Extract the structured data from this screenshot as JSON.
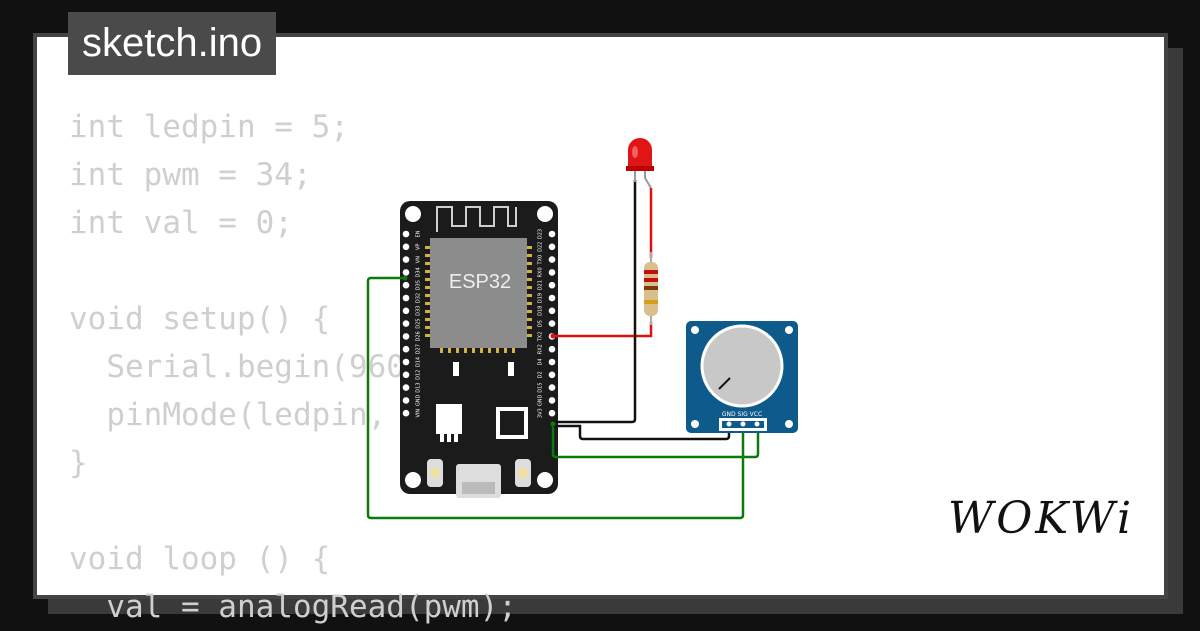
{
  "tab": {
    "filename": "sketch.ino"
  },
  "code": {
    "lines": [
      "int ledpin = 5;",
      "int pwm = 34;",
      "int val = 0;",
      "",
      "void setup() {",
      "  Serial.begin(9600);",
      "  pinMode(ledpin, OUTPUT);",
      "}",
      "",
      "void loop () {",
      "  val = analogRead(pwm);"
    ]
  },
  "board": {
    "chip_label": "ESP32",
    "pins_left": [
      "EN",
      "VP",
      "VN",
      "D34",
      "D35",
      "D32",
      "D33",
      "D25",
      "D26",
      "D27",
      "D14",
      "D12",
      "D13",
      "GND",
      "VIN"
    ],
    "pins_right": [
      "D23",
      "D22",
      "TX0",
      "RX0",
      "D21",
      "D19",
      "D18",
      "D5",
      "TX2",
      "RX2",
      "D4",
      "D2",
      "D15",
      "GND",
      "3V3"
    ]
  },
  "potentiometer": {
    "pin_labels": "GND SIG VCC"
  },
  "brand": {
    "logo": "WOKWi"
  },
  "colors": {
    "background": "#111111",
    "card": "#ffffff",
    "tab": "#4a4a4a",
    "code_text": "#cfcfcf",
    "board": "#1b1b1b",
    "chip": "#8c8c8c",
    "pot_module": "#0e5a8a",
    "wire_green": "#0a7a0a",
    "wire_red": "#e01010",
    "wire_black": "#111111",
    "led": "#e01515"
  }
}
